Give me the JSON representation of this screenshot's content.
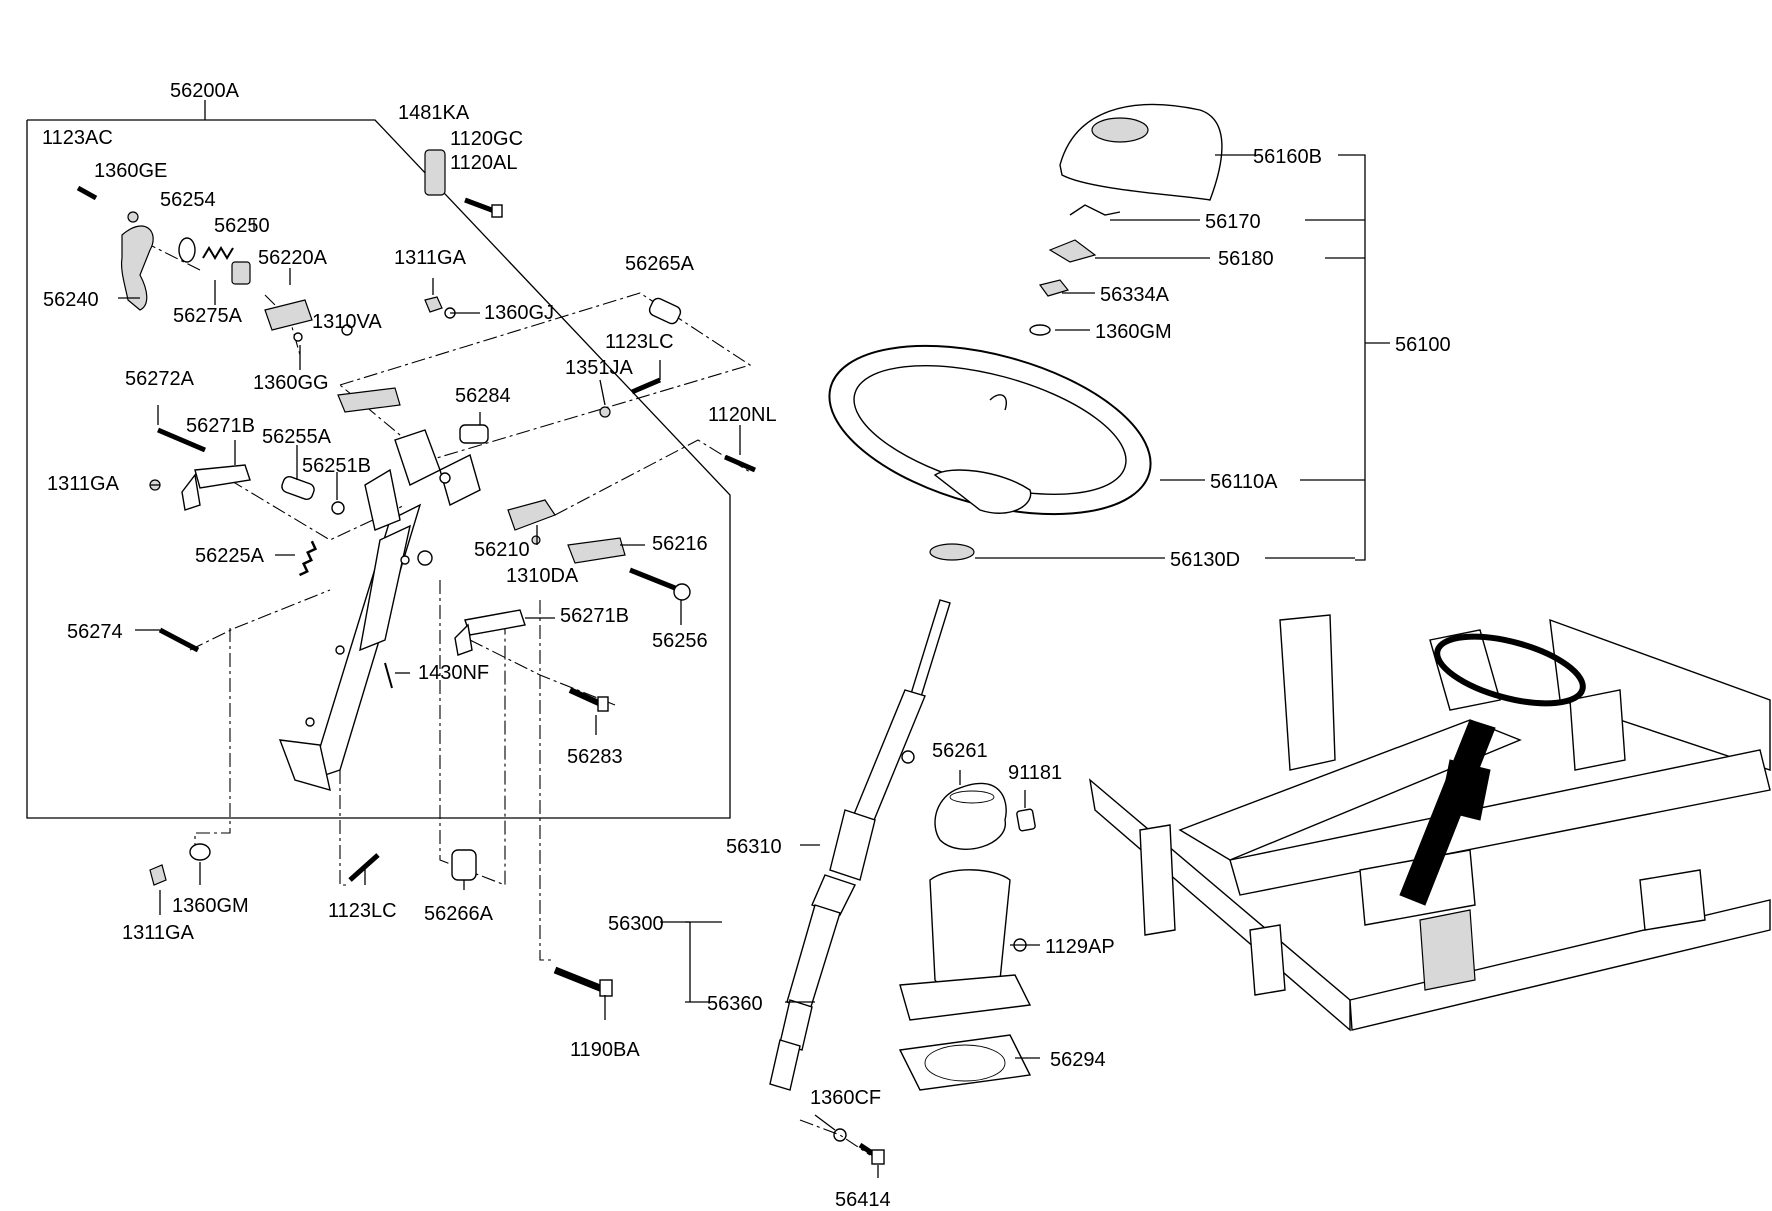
{
  "labels": {
    "p56200A": "56200A",
    "p1481KA": "1481KA",
    "p1120GC": "1120GC",
    "p1120AL": "1120AL",
    "p1123AC": "1123AC",
    "p1360GE": "1360GE",
    "p56254": "56254",
    "p56250": "56250",
    "p56220A": "56220A",
    "p1311GA_top": "1311GA",
    "p56240": "56240",
    "p56275A": "56275A",
    "p1310VA": "1310VA",
    "p1360GJ": "1360GJ",
    "p56265A": "56265A",
    "p1360GG": "1360GG",
    "p56272A": "56272A",
    "p1123LC_top": "1123LC",
    "p1351JA": "1351JA",
    "p56284": "56284",
    "p1120NL": "1120NL",
    "p56271B_top": "56271B",
    "p56255A": "56255A",
    "p56251B": "56251B",
    "p1311GA_left": "1311GA",
    "p56225A": "56225A",
    "p56210": "56210",
    "p56216": "56216",
    "p1310DA": "1310DA",
    "p56271B_mid": "56271B",
    "p56274": "56274",
    "p56256": "56256",
    "p1430NF": "1430NF",
    "p56283": "56283",
    "p1360GM_bottom": "1360GM",
    "p1311GA_bottom": "1311GA",
    "p1123LC_bottom": "1123LC",
    "p56266A": "56266A",
    "p1190BA": "1190BA",
    "p56160B": "56160B",
    "p56170": "56170",
    "p56180": "56180",
    "p56334A": "56334A",
    "p1360GM_top": "1360GM",
    "p56100": "56100",
    "p56110A": "56110A",
    "p56130D": "56130D",
    "p56261": "56261",
    "p91181": "91181",
    "p56310": "56310",
    "p56300": "56300",
    "p1129AP": "1129AP",
    "p56360": "56360",
    "p56294": "56294",
    "p1360CF": "1360CF",
    "p56414": "56414"
  }
}
